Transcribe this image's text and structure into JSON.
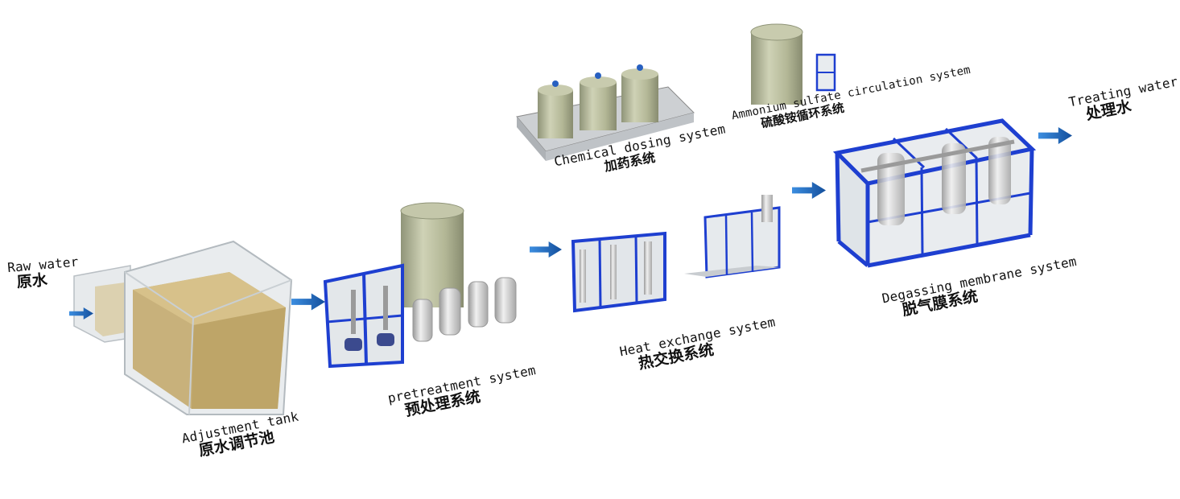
{
  "stages": {
    "raw_water": {
      "en": "Raw water",
      "zh": "原水"
    },
    "adjustment_tank": {
      "en": "Adjustment tank",
      "zh": "原水调节池"
    },
    "pretreatment": {
      "en": "pretreatment system",
      "zh": "预处理系统"
    },
    "chemical_dosing": {
      "en": "Chemical dosing system",
      "zh": "加药系统"
    },
    "ammonium_sulfate": {
      "en": "Ammonium sulfate circulation system",
      "zh": "硫酸铵循环系统"
    },
    "heat_exchange": {
      "en": "Heat exchange system",
      "zh": "热交换系统"
    },
    "degassing_membrane": {
      "en": "Degassing membrane system",
      "zh": "脱气膜系统"
    },
    "treating_water": {
      "en": "Treating water",
      "zh": "处理水"
    }
  },
  "colors": {
    "flow_arrow": "#1f6fc4",
    "frame_blue": "#1e3fd0",
    "tank_green": "#b9bc9c",
    "water_tan": "#c9b27a",
    "glass": "#dde2e6"
  },
  "icons": [
    "flow-arrow-icon",
    "tank-icon",
    "pump-skid-icon",
    "frame-skid-icon"
  ]
}
